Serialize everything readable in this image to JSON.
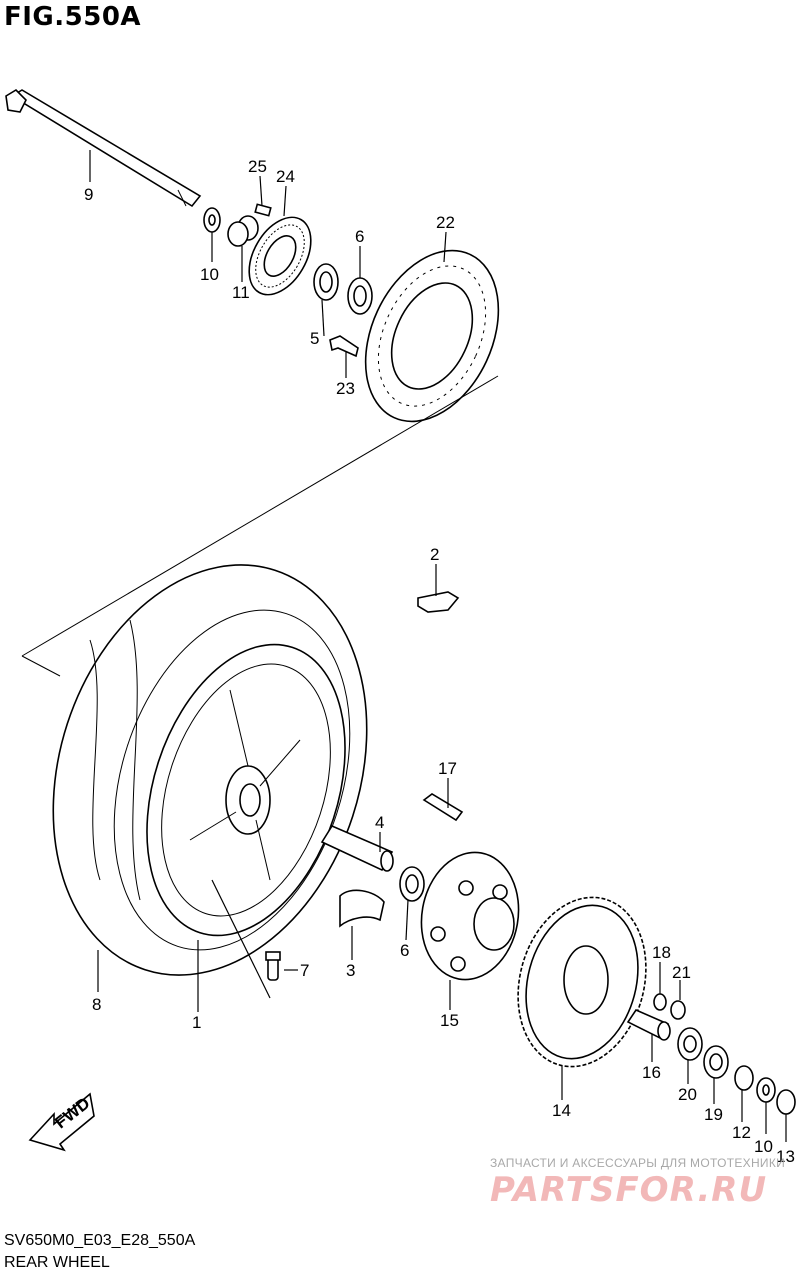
{
  "figure": {
    "title": "FIG.550A",
    "code": "SV650M0_E03_E28_550A",
    "name": "REAR WHEEL"
  },
  "fwd_label": "FWD",
  "watermark": {
    "subtitle": "ЗАПЧАСТИ И АКСЕССУАРЫ ДЛЯ МОТОТЕХНИКИ",
    "brand": "PARTSFOR.RU"
  },
  "callouts": [
    {
      "id": "p9",
      "label": "9"
    },
    {
      "id": "p25",
      "label": "25"
    },
    {
      "id": "p24",
      "label": "24"
    },
    {
      "id": "p10a",
      "label": "10"
    },
    {
      "id": "p11",
      "label": "11"
    },
    {
      "id": "p6a",
      "label": "6"
    },
    {
      "id": "p22",
      "label": "22"
    },
    {
      "id": "p5",
      "label": "5"
    },
    {
      "id": "p23",
      "label": "23"
    },
    {
      "id": "p2",
      "label": "2"
    },
    {
      "id": "p17",
      "label": "17"
    },
    {
      "id": "p4",
      "label": "4"
    },
    {
      "id": "p6b",
      "label": "6"
    },
    {
      "id": "p3",
      "label": "3"
    },
    {
      "id": "p7",
      "label": "7"
    },
    {
      "id": "p8",
      "label": "8"
    },
    {
      "id": "p1",
      "label": "1"
    },
    {
      "id": "p15",
      "label": "15"
    },
    {
      "id": "p18",
      "label": "18"
    },
    {
      "id": "p21",
      "label": "21"
    },
    {
      "id": "p16",
      "label": "16"
    },
    {
      "id": "p14",
      "label": "14"
    },
    {
      "id": "p20",
      "label": "20"
    },
    {
      "id": "p19",
      "label": "19"
    },
    {
      "id": "p12",
      "label": "12"
    },
    {
      "id": "p10b",
      "label": "10"
    },
    {
      "id": "p13",
      "label": "13"
    }
  ]
}
